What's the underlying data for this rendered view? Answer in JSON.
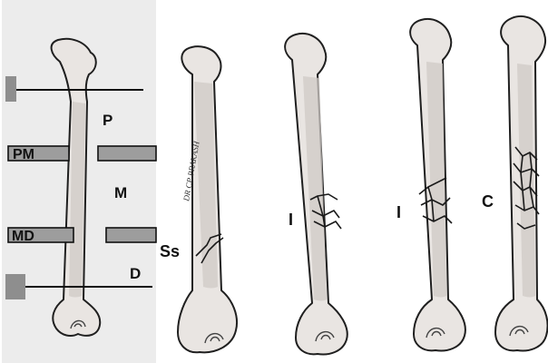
{
  "panel1": {
    "zones": {
      "proximal": "P",
      "proximal_middle": "PM",
      "middle": "M",
      "middle_distal": "MD",
      "distal": "D"
    }
  },
  "panel2": {
    "label": "Ss",
    "signature": "DR CP PRAKASH"
  },
  "panel3": {
    "label": "I"
  },
  "panel4": {
    "label": "I"
  },
  "panel5": {
    "label": "C"
  },
  "colors": {
    "panel1_background": "#ececec",
    "bone_fill": "#e9e5e2",
    "bone_outline": "#1f1f1f",
    "zone_bar": "#9d9d9d",
    "c_label_box": "#ffffff"
  }
}
